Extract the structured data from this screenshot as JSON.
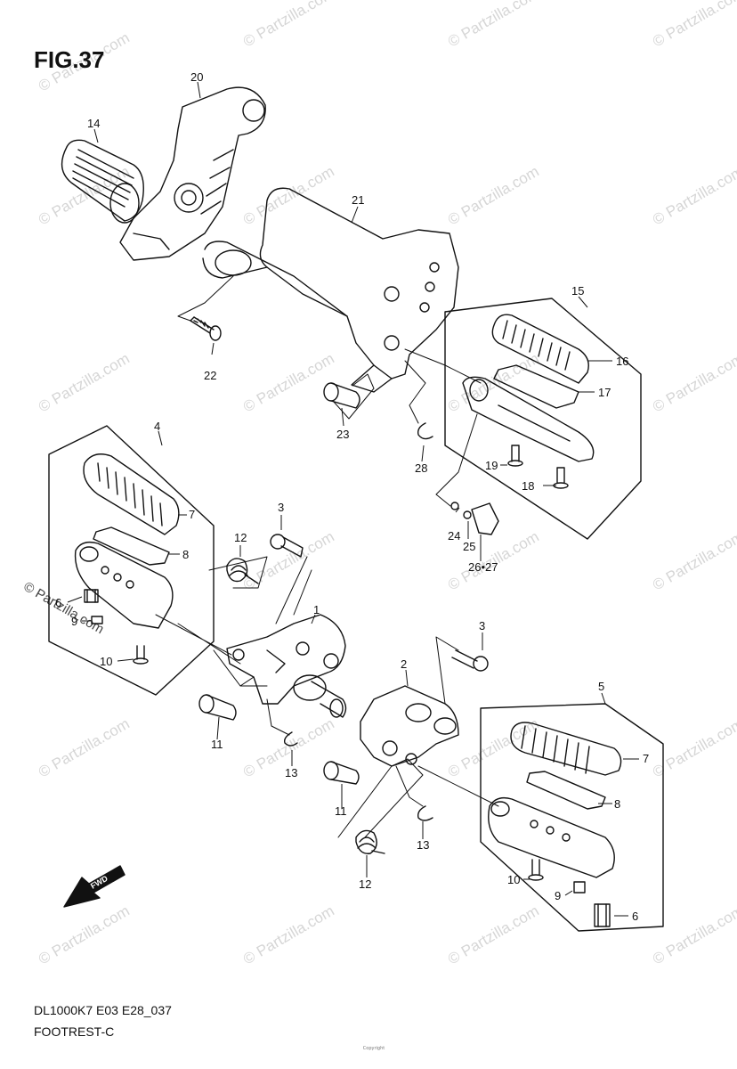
{
  "figure": {
    "title": "FIG.37",
    "model_code": "DL1000K7 E03 E28_037",
    "section_name": "FOOTREST-C",
    "copyright": "Copyright",
    "direction_label": "FWD"
  },
  "watermark": {
    "text": "© Partzilla.com"
  },
  "callouts": [
    "20",
    "14",
    "21",
    "15",
    "16",
    "17",
    "22",
    "23",
    "28",
    "19",
    "18",
    "4",
    "7",
    "8",
    "3",
    "12",
    "6",
    "9",
    "10",
    "1",
    "24",
    "25",
    "26•27",
    "2",
    "5",
    "11",
    "13"
  ]
}
